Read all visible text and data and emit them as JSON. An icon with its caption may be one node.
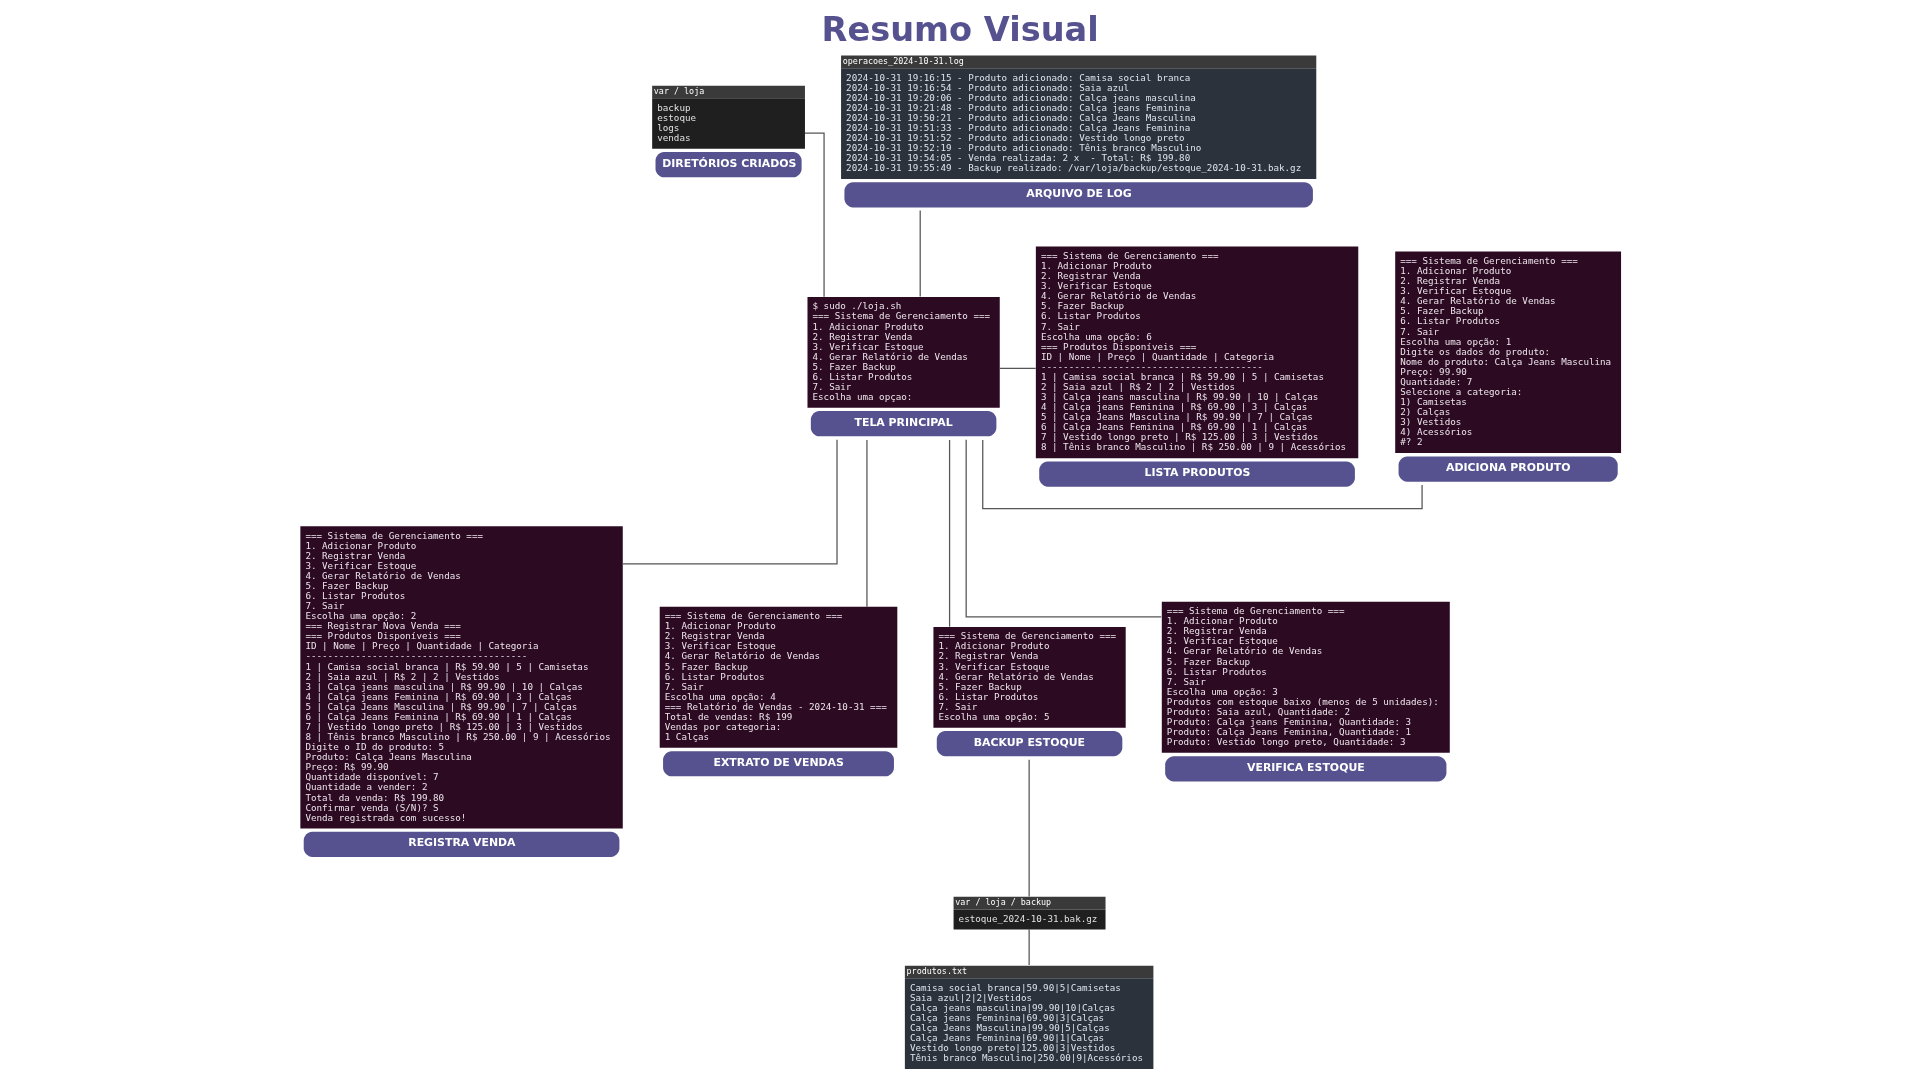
{
  "diagram": {
    "title": "Resumo Visual",
    "nodes": [
      {
        "text": [
          "var / loja",
          "backup",
          "estoque",
          "logs",
          "vendas"
        ],
        "beside": [
          "DIRETÓRIOS CRIADOS"
        ]
      },
      {
        "text": [
          "operacoes_2024-10-31.log",
          "2024-10-31 19:16:15 - Produto adicionado: Camisa social branca",
          "2024-10-31 19:16:54 - Produto adicionado: Saia azul",
          "2024-10-31 19:20:06 - Produto adicionado: Calça jeans masculina",
          "2024-10-31 19:21:48 - Produto adicionado: Calça jeans Feminina",
          "2024-10-31 19:50:21 - Produto adicionado: Calça Jeans Masculina",
          "2024-10-31 19:51:33 - Produto adicionado: Calça Jeans Feminina",
          "2024-10-31 19:51:52 - Produto adicionado: Vestido longo preto",
          "2024-10-31 19:52:19 - Produto adicionado: Tênis branco Masculino",
          "2024-10-31 19:54:05 - Venda realizada: 2 x  - Total: R$ 199.80",
          "2024-10-31 19:55:49 - Backup realizado: /var/loja/backup/estoque_2024-10-31.bak.gz"
        ],
        "beside": [
          "ARQUIVO DE LOG"
        ]
      },
      {
        "text": [
          "=== Sistema de Gerenciamento ===",
          "1. Adicionar Produto",
          "2. Registrar Venda",
          "3. Verificar Estoque",
          "4. Gerar Relatório de Vendas",
          "5. Fazer Backup",
          "6. Listar Produtos",
          "7. Sair",
          "Escolha uma opção: 1",
          "Digite os dados do produto:",
          "Nome do produto: Calça Jeans Masculina",
          "Preço: 99.90",
          "Quantidade: 7",
          "Selecione a categoria:",
          "1) Camisetas",
          "2) Calças",
          "3) Vestidos",
          "4) Acessórios",
          "#? 2"
        ],
        "beside": [
          "ADICIONA PRODUTO"
        ]
      },
      {
        "text": [
          "$ sudo ./loja.sh",
          "=== Sistema de Gerenciamento ===",
          "1. Adicionar Produto",
          "2. Registrar Venda",
          "3. Verificar Estoque",
          "4. Gerar Relatório de Vendas",
          "5. Fazer Backup",
          "6. Listar Produtos",
          "7. Sair",
          "Escolha uma opçao:"
        ],
        "beside": [
          "TELA PRINCIPAL"
        ]
      },
      {
        "text": [
          "=== Sistema de Gerenciamento ===",
          "1. Adicionar Produto",
          "2. Registrar Venda",
          "3. Verificar Estoque",
          "4. Gerar Relatório de Vendas",
          "5. Fazer Backup",
          "6. Listar Produtos",
          "7. Sair",
          "Escolha uma opção: 6",
          "=== Produtos Disponíveis ===",
          "ID | Nome | Preço | Quantidade | Categoria",
          "----------------------------------------",
          "1 | Camisa social branca | R$ 59.90 | 5 | Camisetas",
          "2 | Saia azul | R$ 2 | 2 | Vestidos",
          "3 | Calça jeans masculina | R$ 99.90 | 10 | Calças",
          "4 | Calça jeans Feminina | R$ 69.90 | 3 | Calças",
          "5 | Calça Jeans Masculina | R$ 99.90 | 7 | Calças",
          "6 | Calça Jeans Feminina | R$ 69.90 | 1 | Calças",
          "7 | Vestido longo preto | R$ 125.00 | 3 | Vestidos",
          "8 | Tênis branco Masculino | R$ 250.00 | 9 | Acessórios"
        ],
        "beside": [
          "LISTA PRODUTOS"
        ]
      },
      {
        "text": [
          "=== Sistema de Gerenciamento ===",
          "1. Adicionar Produto",
          "2. Registrar Venda",
          "3. Verificar Estoque",
          "4. Gerar Relatório de Vendas",
          "5. Fazer Backup",
          "6. Listar Produtos",
          "7. Sair",
          "Escolha uma opção: 2",
          "=== Registrar Nova Venda ===",
          "=== Produtos Disponíveis ===",
          "ID | Nome | Preço | Quantidade | Categoria",
          "----------------------------------------",
          "1 | Camisa social branca | R$ 59.90 | 5 | Camisetas",
          "2 | Saia azul | R$ 2 | 2 | Vestidos",
          "3 | Calça jeans masculina | R$ 99.90 | 10 | Calças",
          "4 | Calça jeans Feminina | R$ 69.90 | 3 | Calças",
          "5 | Calça Jeans Masculina | R$ 99.90 | 7 | Calças",
          "6 | Calça Jeans Feminina | R$ 69.90 | 1 | Calças",
          "7 | Vestido longo preto | R$ 125.00 | 3 | Vestidos",
          "8 | Tênis branco Masculino | R$ 250.00 | 9 | Acessórios",
          "Digite o ID do produto: 5",
          "Produto: Calça Jeans Masculina",
          "Preço: R$ 99.90",
          "Quantidade disponível: 7",
          "Quantidade a vender: 2",
          "Total da venda: R$ 199.80",
          "Confirmar venda (S/N)? S",
          "Venda registrada com sucesso!"
        ],
        "beside": [
          "REGISTRA VENDA"
        ]
      },
      {
        "text": [
          "=== Sistema de Gerenciamento ===",
          "1. Adicionar Produto",
          "2. Registrar Venda",
          "3. Verificar Estoque",
          "4. Gerar Relatório de Vendas",
          "5. Fazer Backup",
          "6. Listar Produtos",
          "7. Sair",
          "Escolha uma opção: 4",
          "=== Relatório de Vendas - 2024-10-31 ===",
          "Total de vendas: R$ 199",
          "Vendas por categoria:",
          "1 Calças"
        ],
        "beside": [
          "EXTRATO DE VENDAS"
        ]
      },
      {
        "text": [
          "=== Sistema de Gerenciamento ===",
          "1. Adicionar Produto",
          "2. Registrar Venda",
          "3. Verificar Estoque",
          "4. Gerar Relatório de Vendas",
          "5. Fazer Backup",
          "6. Listar Produtos",
          "7. Sair",
          "Escolha uma opção: 5"
        ],
        "beside": [
          "BACKUP ESTOQUE"
        ]
      },
      {
        "text": [
          "var / loja / backup",
          "estoque_2024-10-31.bak.gz"
        ]
      },
      {
        "text": [
          "=== Sistema de Gerenciamento ===",
          "1. Adicionar Produto",
          "2. Registrar Venda",
          "3. Verificar Estoque",
          "4. Gerar Relatório de Vendas",
          "5. Fazer Backup",
          "6. Listar Produtos",
          "7. Sair",
          "Escolha uma opção: 3",
          "Produtos com estoque baixo (menos de 5 unidades):",
          "Produto: Saia azul, Quantidade: 2",
          "Produto: Calça jeans Feminina, Quantidade: 3",
          "Produto: Calça Jeans Feminina, Quantidade: 1",
          "Produto: Vestido longo preto, Quantidade: 3"
        ],
        "beside": [
          "VERIFICA ESTOQUE"
        ]
      },
      {
        "text": [
          "produtos.txt",
          "Camisa social branca|59.90|5|Camisetas",
          "Saia azul|2|2|Vestidos",
          "Calça jeans masculina|99.90|10|Calças",
          "Calça jeans Feminina|69.90|3|Calças",
          "Calça Jeans Masculina|99.90|5|Calças",
          "Calça Jeans Feminina|69.90|1|Calças",
          "Vestido longo preto|125.00|3|Vestidos",
          "Tênis branco Masculino|250.00|9|Acessórios"
        ]
      }
    ],
    "edges": [
      {
        "from": 0,
        "to": 3,
        "arrow": "none"
      },
      {
        "from": 1,
        "to": 3,
        "arrow": "none"
      },
      {
        "from": 3,
        "to": 2,
        "arrow": "none"
      },
      {
        "from": 3,
        "to": 5,
        "arrow": "none"
      },
      {
        "from": 3,
        "to": 9,
        "arrow": "none"
      },
      {
        "from": 3,
        "to": 4,
        "arrow": "none"
      },
      {
        "from": 3,
        "to": 6,
        "arrow": "none"
      },
      {
        "from": 3,
        "to": 7,
        "arrow": "none"
      },
      {
        "from": 7,
        "to": 8,
        "arrow": "none"
      },
      {
        "from": 8,
        "to": 10,
        "arrow": "none"
      }
    ]
  }
}
